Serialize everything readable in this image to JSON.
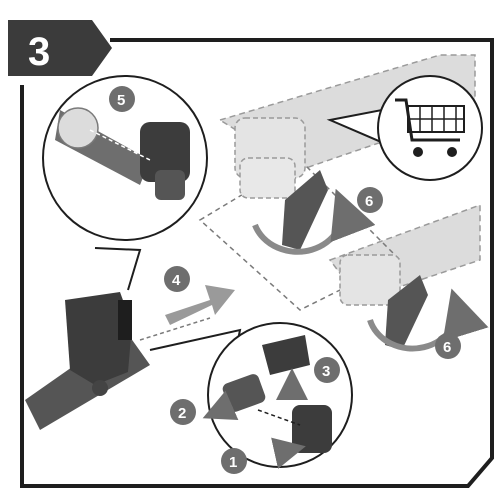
{
  "step": {
    "number": "3"
  },
  "callouts": [
    "1",
    "2",
    "3",
    "4",
    "5",
    "6",
    "6"
  ],
  "icons": {
    "step_badge": "step-number-badge",
    "cart": "shopping-cart-icon",
    "rotate": "rotate-arrow-icon",
    "insert": "insert-arrow-icon"
  },
  "colors": {
    "frame": "#1e1e1e",
    "badge": "#3b3b3b",
    "ghost": "#d9d9d9",
    "callout": "#6e6e6e",
    "part": "#4a4a4a"
  }
}
